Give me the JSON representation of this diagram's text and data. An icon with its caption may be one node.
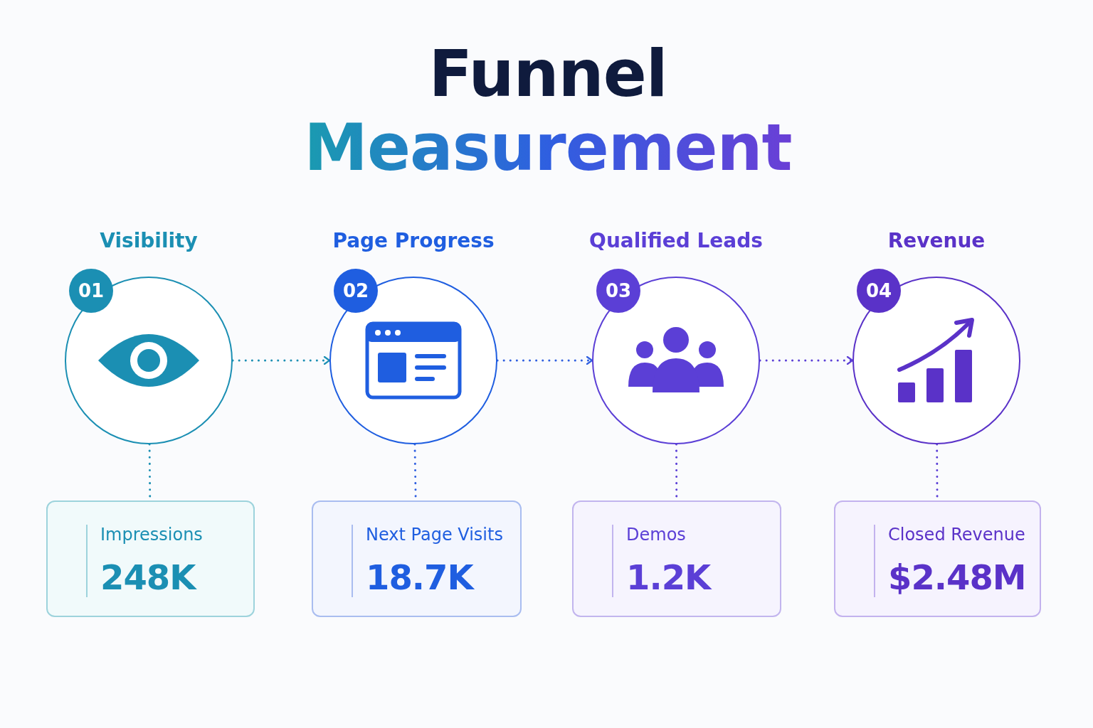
{
  "diagram": {
    "title": "Funnel Measurement",
    "nodes": [
      {
        "text": [
          "Visibility",
          "01"
        ]
      },
      {
        "text": [
          "Page Progress",
          "02"
        ]
      },
      {
        "text": [
          "Qualified Leads",
          "03"
        ]
      },
      {
        "text": [
          "Revenue",
          "04"
        ]
      },
      {
        "text": [
          "Impressions",
          "248K"
        ]
      },
      {
        "text": [
          "Next Page Visits",
          "18.7K"
        ]
      },
      {
        "text": [
          "Demos",
          "1.2K"
        ]
      },
      {
        "text": [
          "Closed Revenue",
          "$2.48M"
        ]
      }
    ],
    "edges": [
      {
        "from": 0,
        "to": 1,
        "arrow": "to",
        "style": "dashed",
        "color": "#1b8fb3"
      },
      {
        "from": 1,
        "to": 2,
        "arrow": "to",
        "style": "dashed",
        "color": "#2f5fe0"
      },
      {
        "from": 2,
        "to": 3,
        "arrow": "to",
        "style": "dashed",
        "color": "#5b3fd6"
      },
      {
        "from": 0,
        "to": 4,
        "arrow": "none",
        "style": "dashed",
        "color": "#1b8fb3"
      },
      {
        "from": 1,
        "to": 5,
        "arrow": "none",
        "style": "dashed",
        "color": "#2f5fe0"
      },
      {
        "from": 2,
        "to": 6,
        "arrow": "none",
        "style": "dashed",
        "color": "#5b3fd6"
      },
      {
        "from": 3,
        "to": 7,
        "arrow": "none",
        "style": "dashed",
        "color": "#5b3fd6"
      }
    ]
  }
}
